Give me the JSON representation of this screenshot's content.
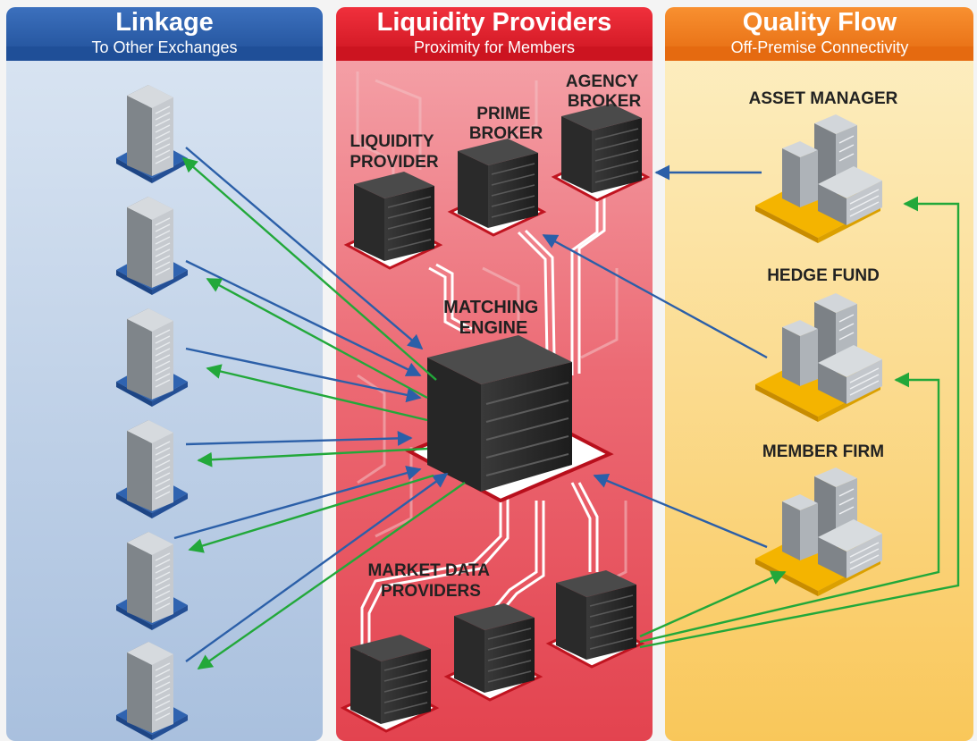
{
  "columns": {
    "linkage": {
      "title": "Linkage",
      "subtitle": "To Other Exchanges"
    },
    "liquidity": {
      "title": "Liquidity Providers",
      "subtitle": "Proximity for Members"
    },
    "quality": {
      "title": "Quality Flow",
      "subtitle": "Off-Premise Connectivity"
    }
  },
  "nodes": {
    "liquidity_provider": [
      "LIQUIDITY",
      "PROVIDER"
    ],
    "prime_broker": [
      "PRIME",
      "BROKER"
    ],
    "agency_broker": [
      "AGENCY",
      "BROKER"
    ],
    "matching_engine": [
      "MATCHING",
      "ENGINE"
    ],
    "market_data_providers": [
      "MARKET DATA",
      "PROVIDERS"
    ],
    "asset_manager": "ASSET MANAGER",
    "hedge_fund": "HEDGE FUND",
    "member_firm": "MEMBER FIRM"
  },
  "colors": {
    "linkage_header": "#2a5aa6",
    "liquidity_header": "#e0202c",
    "quality_header": "#f07a1a",
    "inbound_arrow": "#2b5fa8",
    "outbound_arrow": "#22a83a"
  },
  "icons": {
    "exchange_server": "exchange-server-icon",
    "rack_server": "rack-server-icon",
    "office_building": "office-building-icon"
  }
}
